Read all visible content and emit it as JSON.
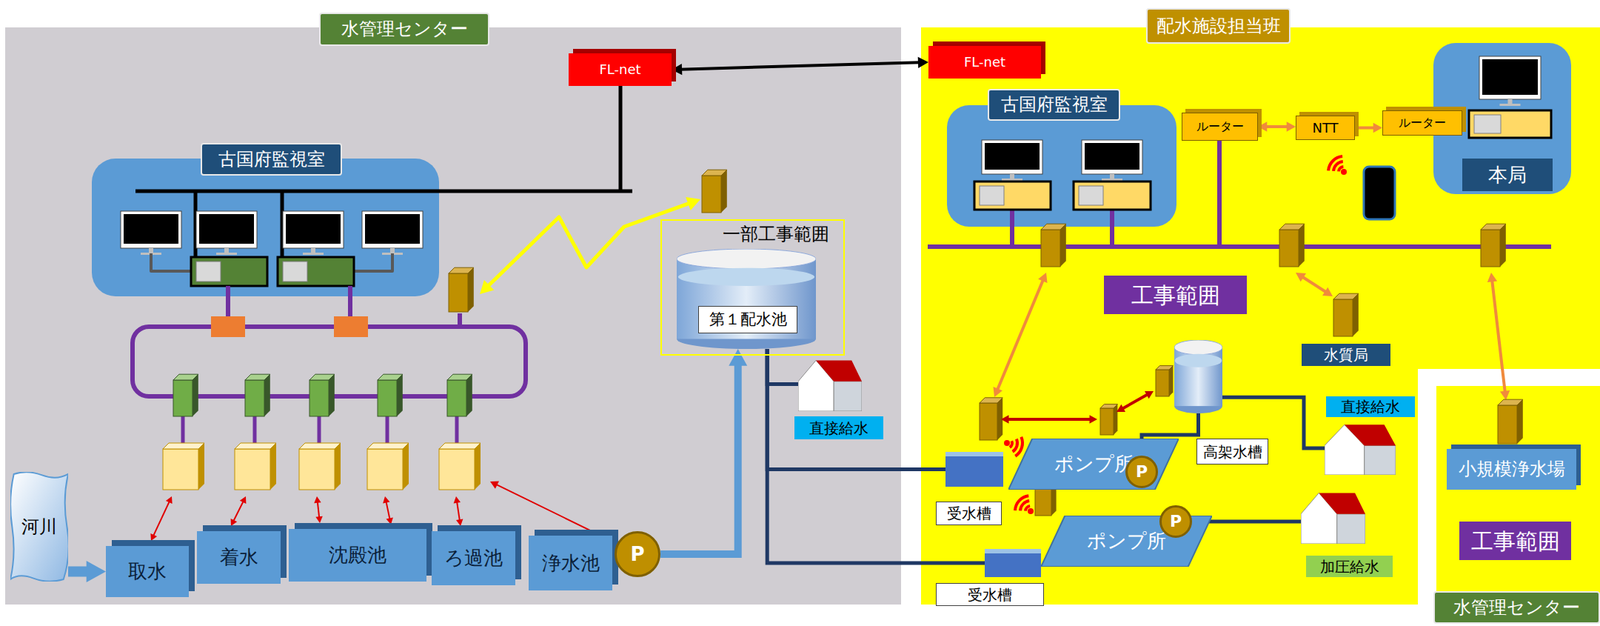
{
  "diagram": {
    "nodes": [
      {
        "text": [
          "水管理センター"
        ]
      },
      {
        "text": [
          "FL-net"
        ],
        "in": 0
      },
      {
        "text": [
          "古国府監視室"
        ],
        "in": 0
      },
      {
        "text": [
          "一部工事範囲"
        ],
        "in": 0
      },
      {
        "text": [
          "第１配水池"
        ],
        "in": 3
      },
      {
        "text": [
          "直接給水"
        ],
        "in": 0
      },
      {
        "text": [
          "河川"
        ],
        "in": 0
      },
      {
        "text": [
          "取水"
        ],
        "in": 0
      },
      {
        "text": [
          "着水"
        ],
        "in": 0
      },
      {
        "text": [
          "沈殿池"
        ],
        "in": 0
      },
      {
        "text": [
          "ろ過池"
        ],
        "in": 0
      },
      {
        "text": [
          "浄水池"
        ],
        "in": 0
      },
      {
        "text": [
          "P"
        ],
        "in": 0
      },
      {
        "text": [
          "配水施設担当班"
        ]
      },
      {
        "text": [
          "FL-net"
        ],
        "in": 13
      },
      {
        "text": [
          "古国府監視室"
        ],
        "in": 13
      },
      {
        "text": [
          "本局"
        ],
        "in": 13
      },
      {
        "text": [
          "ルーター"
        ],
        "in": 13
      },
      {
        "text": [
          "NTT"
        ],
        "in": 13
      },
      {
        "text": [
          "ルーター"
        ],
        "in": 13
      },
      {
        "text": [
          "工事範囲"
        ],
        "in": 13
      },
      {
        "text": [
          "水質局"
        ],
        "in": 13
      },
      {
        "text": [
          "高架水槽"
        ],
        "in": 13
      },
      {
        "text": [
          "直接給水"
        ],
        "in": 13
      },
      {
        "text": [
          "受水槽"
        ],
        "in": 13
      },
      {
        "text": [
          "ポンプ所"
        ],
        "in": 13
      },
      {
        "text": [
          "P"
        ],
        "in": 13
      },
      {
        "text": [
          "受水槽"
        ],
        "in": 13
      },
      {
        "text": [
          "ポンプ所"
        ],
        "in": 13
      },
      {
        "text": [
          "P"
        ],
        "in": 13
      },
      {
        "text": [
          "加圧給水"
        ],
        "in": 13
      },
      {
        "text": [
          "水管理センター"
        ]
      },
      {
        "text": [
          "小規模浄水場"
        ],
        "in": 31
      },
      {
        "text": [
          "工事範囲"
        ],
        "in": 31
      }
    ],
    "edges": [
      {
        "from": 1,
        "to": 14,
        "arrow": "both"
      },
      {
        "from": 6,
        "to": 7,
        "arrow": "to"
      },
      {
        "from": 12,
        "to": 4,
        "arrow": "to"
      },
      {
        "from": 4,
        "to": 5,
        "arrow": "none"
      },
      {
        "from": 4,
        "to": 24,
        "arrow": "none"
      },
      {
        "from": 4,
        "to": 27,
        "arrow": "none"
      },
      {
        "from": 26,
        "to": 22,
        "arrow": "none"
      },
      {
        "from": 22,
        "to": 23,
        "arrow": "none"
      },
      {
        "from": 29,
        "to": 30,
        "arrow": "none"
      },
      {
        "from": 17,
        "to": 18,
        "arrow": "both"
      },
      {
        "from": 18,
        "to": 19,
        "arrow": "to"
      }
    ]
  }
}
